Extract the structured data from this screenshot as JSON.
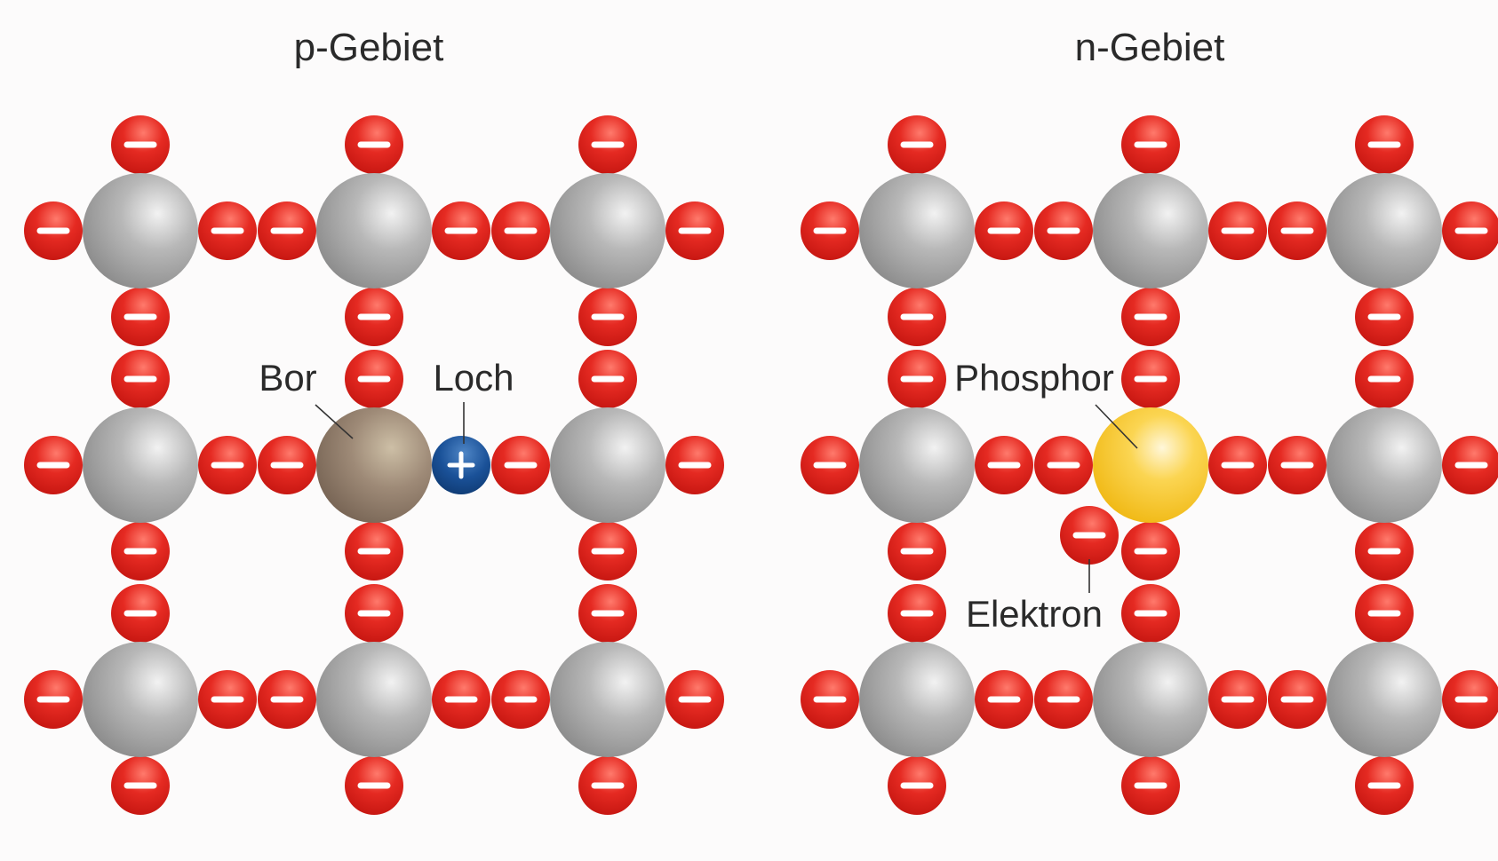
{
  "panels": [
    {
      "id": "p",
      "title": "p-Gebiet",
      "dopant": {
        "label": "Bor",
        "color": "boron-brown"
      },
      "extra": {
        "label": "Loch",
        "type": "hole"
      }
    },
    {
      "id": "n",
      "title": "n-Gebiet",
      "dopant": {
        "label": "Phosphor",
        "color": "phosphor-yellow"
      },
      "extra": {
        "label": "Elektron",
        "type": "free-electron"
      }
    }
  ],
  "colors": {
    "electron": "#e1221d",
    "silicon": "#a7a7a7",
    "boron": "#9a8673",
    "phosphor": "#f4c11f",
    "hole": "#154f94",
    "background": "#fcfbfb"
  },
  "symbols": {
    "electron": "minus-sign",
    "hole": "plus-sign"
  }
}
